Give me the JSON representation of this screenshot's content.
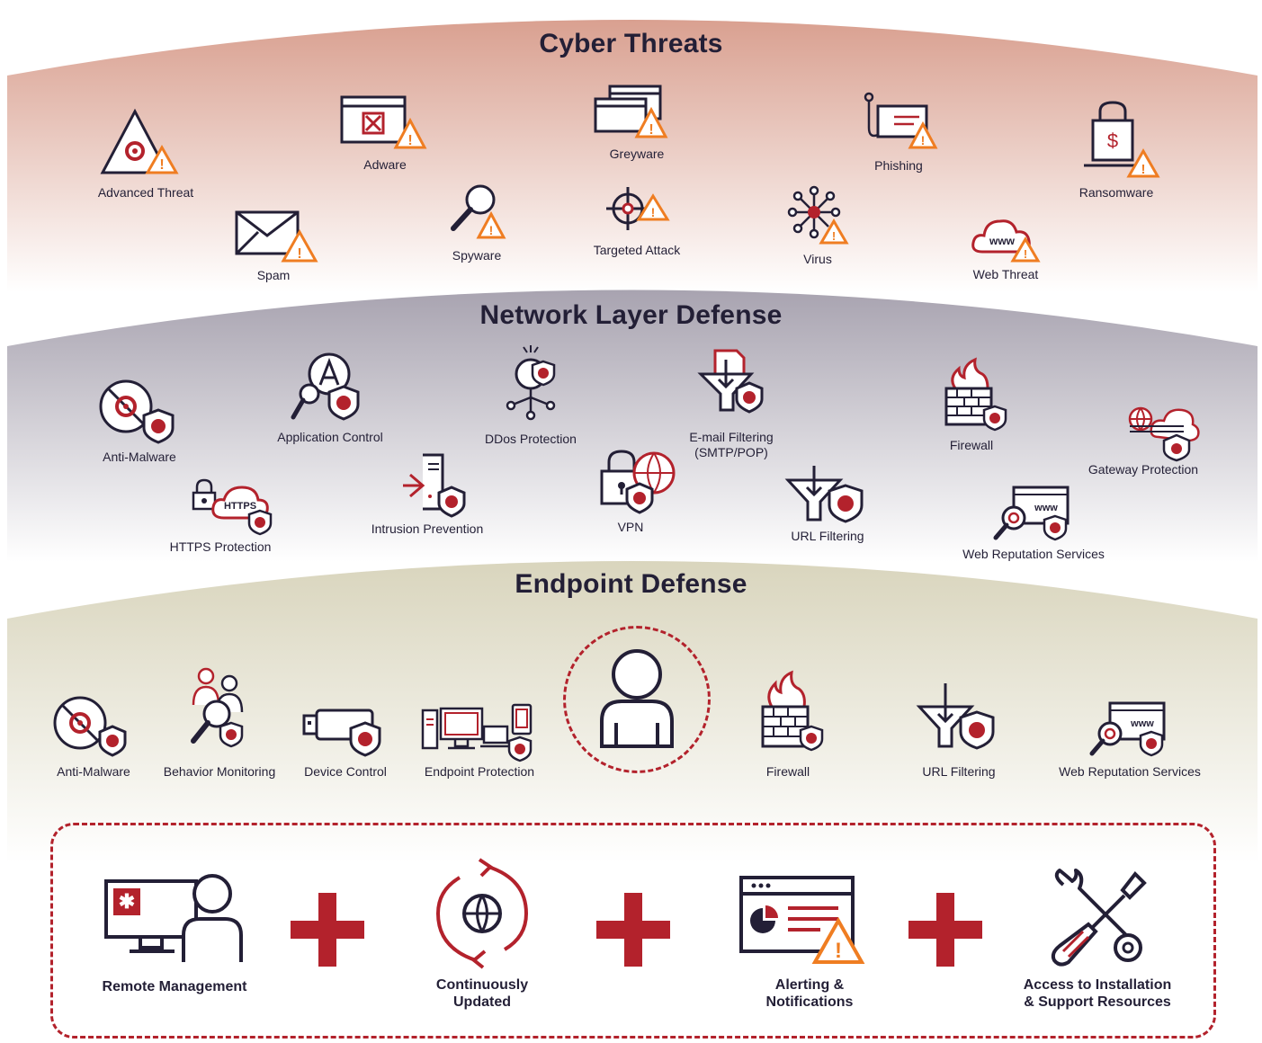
{
  "sections": {
    "threats": {
      "title": "Cyber Threats",
      "items": [
        {
          "label": "Advanced Threat",
          "icon": "biohazard-triangle-icon"
        },
        {
          "label": "Adware",
          "icon": "adware-window-icon"
        },
        {
          "label": "Greyware",
          "icon": "greyware-windows-icon"
        },
        {
          "label": "Phishing",
          "icon": "phishing-hook-icon"
        },
        {
          "label": "Ransomware",
          "icon": "ransomware-lock-icon"
        },
        {
          "label": "Spam",
          "icon": "spam-envelope-icon"
        },
        {
          "label": "Spyware",
          "icon": "spyware-magnifier-icon"
        },
        {
          "label": "Targeted Attack",
          "icon": "crosshair-icon"
        },
        {
          "label": "Virus",
          "icon": "virus-icon"
        },
        {
          "label": "Web Threat",
          "icon": "web-cloud-icon"
        }
      ]
    },
    "network": {
      "title": "Network Layer Defense",
      "items": [
        {
          "label": "Anti-Malware",
          "icon": "anti-malware-icon"
        },
        {
          "label": "Application Control",
          "icon": "application-control-icon"
        },
        {
          "label": "DDos Protection",
          "icon": "ddos-bomb-icon"
        },
        {
          "label": "E-mail Filtering\n(SMTP/POP)",
          "icon": "email-filter-icon"
        },
        {
          "label": "Firewall",
          "icon": "firewall-icon"
        },
        {
          "label": "Gateway Protection",
          "icon": "gateway-cloud-icon"
        },
        {
          "label": "HTTPS Protection",
          "icon": "https-cloud-icon"
        },
        {
          "label": "Intrusion Prevention",
          "icon": "intrusion-prevention-icon"
        },
        {
          "label": "VPN",
          "icon": "vpn-lock-globe-icon"
        },
        {
          "label": "URL Filtering",
          "icon": "url-filter-funnel-icon"
        },
        {
          "label": "Web Reputation Services",
          "icon": "web-reputation-icon"
        }
      ]
    },
    "endpoint": {
      "title": "Endpoint Defense",
      "items": [
        {
          "label": "Anti-Malware",
          "icon": "anti-malware-icon"
        },
        {
          "label": "Behavior Monitoring",
          "icon": "behavior-monitoring-icon"
        },
        {
          "label": "Device Control",
          "icon": "usb-device-icon"
        },
        {
          "label": "Endpoint Protection",
          "icon": "endpoint-devices-icon"
        },
        {
          "label": "Firewall",
          "icon": "firewall-icon"
        },
        {
          "label": "URL Filtering",
          "icon": "url-filter-funnel-icon"
        },
        {
          "label": "Web Reputation Services",
          "icon": "web-reputation-icon"
        }
      ],
      "center_icon": "user-icon"
    }
  },
  "features": [
    {
      "label": "Remote Management",
      "icon": "remote-management-icon"
    },
    {
      "label": "Continuously\nUpdated",
      "icon": "update-globe-icon"
    },
    {
      "label": "Alerting &\nNotifications",
      "icon": "alert-notification-icon"
    },
    {
      "label": "Access to Installation\n& Support Resources",
      "icon": "tools-icon"
    }
  ],
  "colors": {
    "accent_red": "#b3222c",
    "warning_orange": "#ef7d22",
    "ink": "#231f36",
    "threats_band": "#d9a090",
    "network_band": "#a8a3b0",
    "endpoint_band": "#d9d5bd"
  }
}
